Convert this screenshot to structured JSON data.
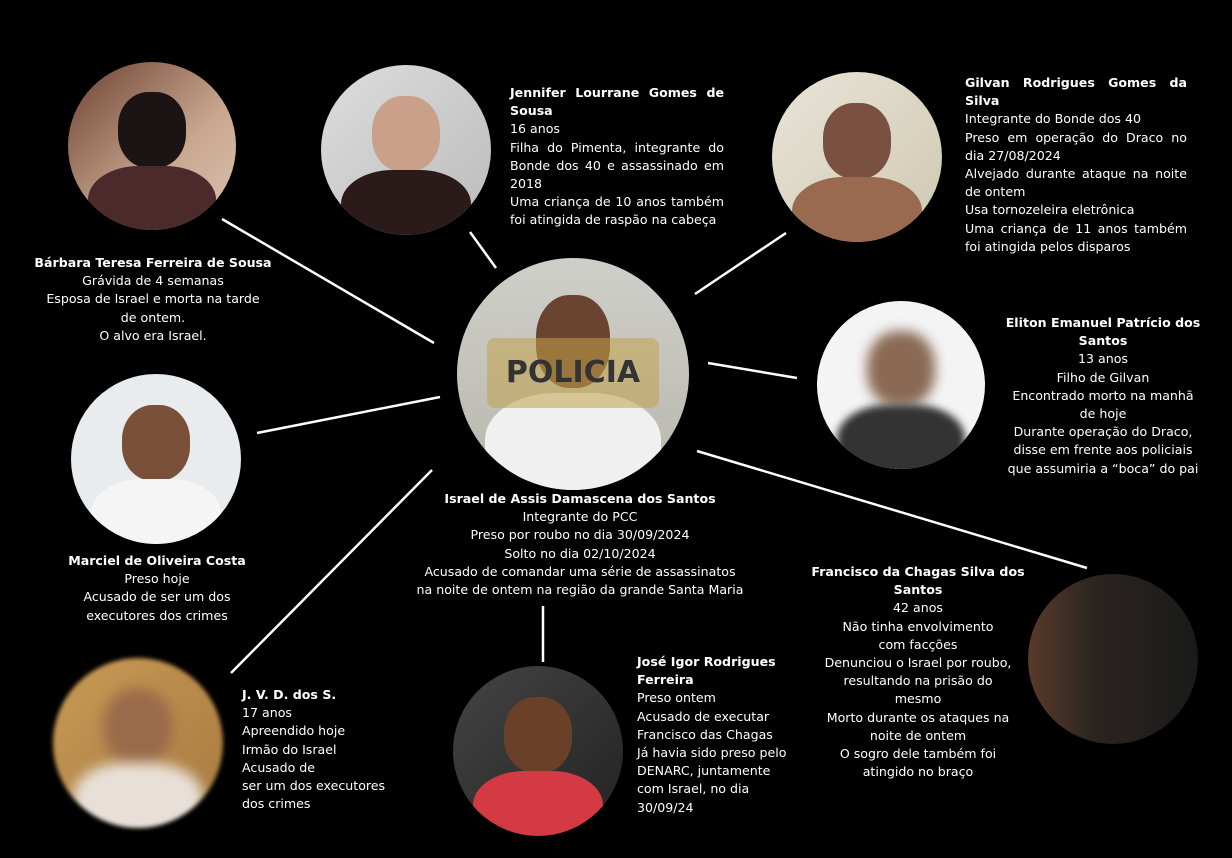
{
  "center": {
    "name": "Israel de Assis Damascena dos Santos",
    "lines": [
      "Integrante do PCC",
      "Preso por roubo no dia 30/09/2024",
      "Solto no dia 02/10/2024",
      "Acusado de comandar uma série de assassinatos",
      "na noite de ontem na região da grande Santa Maria"
    ],
    "photo_text": "POLICIA"
  },
  "barbara": {
    "name": "Bárbara Teresa Ferreira de Sousa",
    "lines": [
      "Grávida de 4 semanas",
      "Esposa de Israel e morta na tarde",
      "de ontem.",
      "O alvo era Israel."
    ]
  },
  "jennifer": {
    "name": "Jennifer Lourrane Gomes de Sousa",
    "lines": [
      "16 anos",
      "Filha do Pimenta, integrante do Bonde dos 40 e assassinado em 2018",
      "Uma criança de 10 anos também foi atingida de raspão na cabeça"
    ]
  },
  "gilvan": {
    "name": "Gilvan Rodrigues Gomes da Silva",
    "lines": [
      "Integrante do Bonde dos 40",
      "Preso em operação do Draco no dia 27/08/2024",
      "Alvejado durante ataque na noite de ontem",
      "Usa tornozeleira eletrônica",
      "Uma criança de 11 anos também foi atingida pelos disparos"
    ]
  },
  "eliton": {
    "name": "Eliton Emanuel Patrício dos Santos",
    "lines": [
      "13 anos",
      "Filho de Gilvan",
      "Encontrado morto na manhã",
      "de hoje",
      "Durante operação do Draco,",
      "disse em frente aos policiais",
      "que assumiria a “boca” do pai"
    ]
  },
  "marciel": {
    "name": "Marciel de Oliveira Costa",
    "lines": [
      "Preso hoje",
      "Acusado de ser um dos",
      "executores dos crimes"
    ]
  },
  "jvd": {
    "name": "J. V. D. dos S.",
    "lines": [
      "17 anos",
      "Apreendido hoje",
      "Irmão do Israel",
      "Acusado de",
      "ser um dos executores",
      "dos crimes"
    ]
  },
  "jose": {
    "name": "José Igor Rodrigues Ferreira",
    "lines": [
      "Preso ontem",
      "Acusado de executar",
      "Francisco das Chagas",
      "Já havia sido preso pelo",
      "DENARC, juntamente",
      "com Israel, no dia",
      "30/09/24"
    ]
  },
  "francisco": {
    "name": "Francisco da Chagas Silva dos Santos",
    "lines": [
      "42 anos",
      "Não tinha envolvimento",
      "com facções",
      "Denunciou o Israel por roubo,",
      "resultando na prisão do",
      "mesmo",
      "Morto durante os ataques na",
      "noite de ontem",
      "O sogro dele também foi",
      "atingido no braço"
    ]
  }
}
